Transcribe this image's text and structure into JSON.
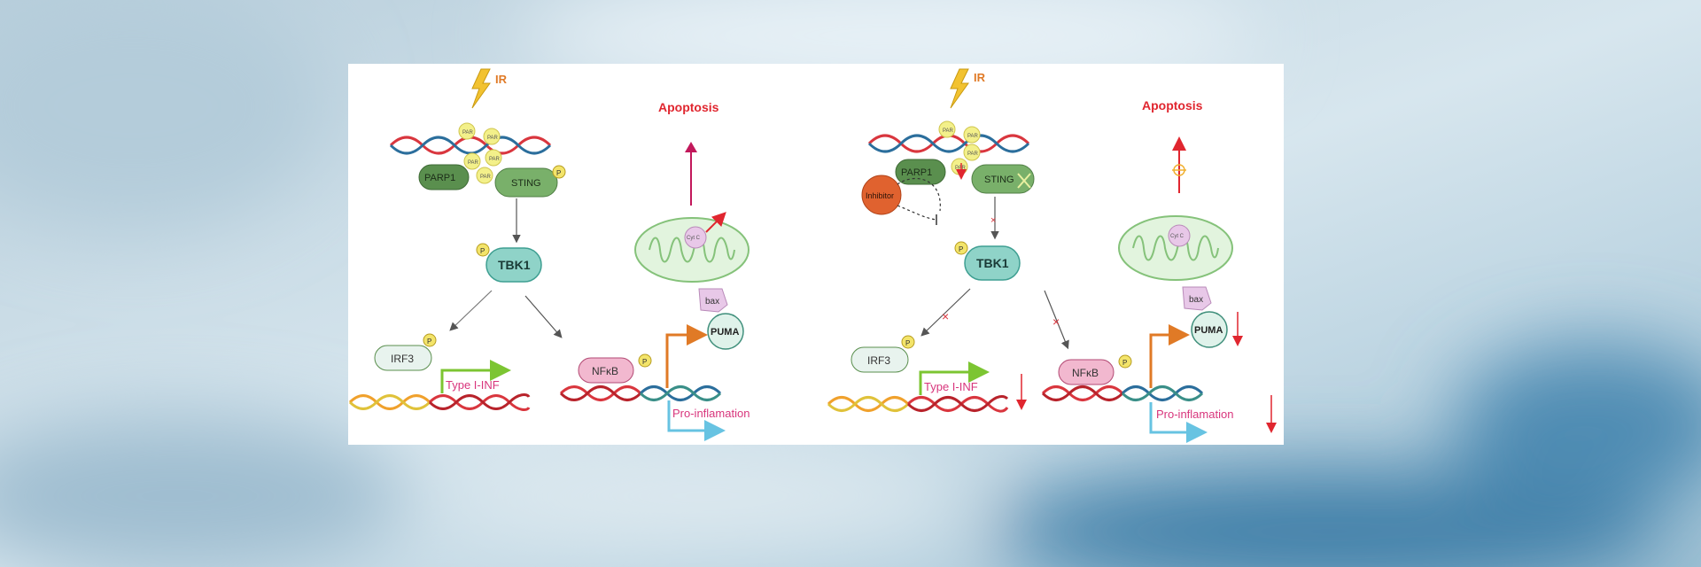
{
  "figure": {
    "left_panel": {
      "stimulus": "IR",
      "outcome": "Apoptosis",
      "par_label": "PAR",
      "proteins": {
        "parp1": "PARP1",
        "sting": "STING",
        "tbk1": "TBK1",
        "irf3": "IRF3",
        "nfkb": "NFκB",
        "bax": "bax",
        "puma": "PUMA",
        "cytc": "Cyt C"
      },
      "phospho": "P",
      "type1_ifn": "Type I-INF",
      "pro_inflammation": "Pro-inflamation"
    },
    "right_panel": {
      "stimulus": "IR",
      "outcome": "Apoptosis",
      "par_label": "PAR",
      "inhibitor": "Inhibitor",
      "proteins": {
        "parp1": "PARP1",
        "sting": "STING",
        "tbk1": "TBK1",
        "irf3": "IRF3",
        "nfkb": "NFκB",
        "bax": "bax",
        "puma": "PUMA",
        "cytc": "Cyt C"
      },
      "phospho": "P",
      "type1_ifn": "Type I-INF",
      "pro_inflammation": "Pro-inflamation"
    },
    "colors": {
      "red_label": "#e0262f",
      "pink_label": "#d8357c",
      "teal": "#8fd3c8",
      "green": "#5a8f4e",
      "orange": "#e07a26",
      "cyan_arrow": "#67c3e2",
      "lime_arrow": "#7cc532"
    }
  }
}
